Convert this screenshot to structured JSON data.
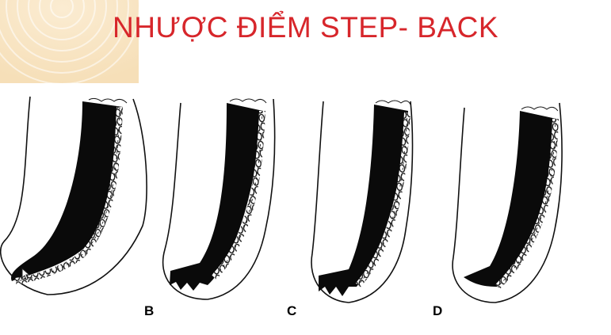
{
  "slide": {
    "title": "NHƯỢC ĐIỂM STEP- BACK",
    "title_color": "#d7262b",
    "accent_color": "#f7e3bf"
  },
  "figure": {
    "panels": [
      {
        "label": ""
      },
      {
        "label": "B"
      },
      {
        "label": "C"
      },
      {
        "label": "D"
      }
    ]
  }
}
